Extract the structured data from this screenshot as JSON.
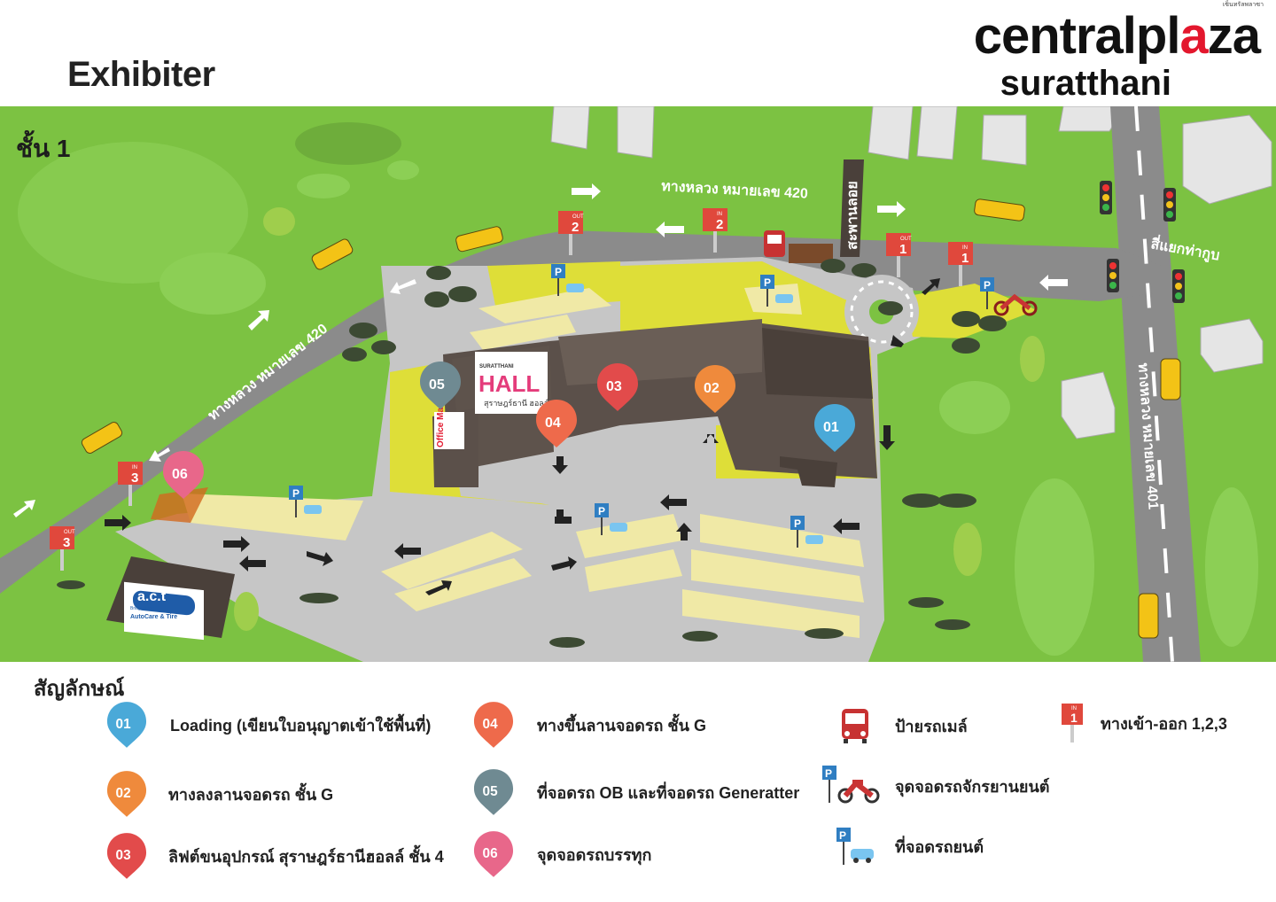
{
  "header": {
    "title": "Exhibiter",
    "brand_main_prefix": "centralpl",
    "brand_main_accent": "a",
    "brand_main_suffix": "za",
    "brand_sub": "suratthani",
    "corner_small_text": "เซ็นทรัลพลาซา"
  },
  "map": {
    "floor_label": "ชั้น 1",
    "road_top_label": "ทางหลวง หมายเลข 420",
    "road_left_label": "ทางหลวง หมายเลข 420",
    "road_right_label": "ทางหลวง หมายเลข 401",
    "bridge_label": "สะพานลอย",
    "intersection_label": "สี่แยกท่ากูบ",
    "hall_brand_top": "SURATTHANI",
    "hall_brand_main": "HALL",
    "hall_brand_sub": "สุราษฎร์ธานี ฮอลล์",
    "officemate_label": "Office Mate",
    "act_label": "a.c.t",
    "act_sub": "AutoCare & Tire",
    "act_tiny": "Bridgestone",
    "pins": [
      {
        "id": "01",
        "color": "#4aa9d8"
      },
      {
        "id": "02",
        "color": "#ef8a3c"
      },
      {
        "id": "03",
        "color": "#e24b4b"
      },
      {
        "id": "04",
        "color": "#ee6a4b"
      },
      {
        "id": "05",
        "color": "#6f8a92"
      },
      {
        "id": "06",
        "color": "#e8678a"
      }
    ],
    "gates": [
      {
        "dir": "OUT",
        "num": "2"
      },
      {
        "dir": "IN",
        "num": "2"
      },
      {
        "dir": "OUT",
        "num": "1"
      },
      {
        "dir": "IN",
        "num": "1"
      },
      {
        "dir": "IN",
        "num": "3"
      },
      {
        "dir": "OUT",
        "num": "3"
      }
    ],
    "parking_letter": "P"
  },
  "legend": {
    "title": "สัญลักษณ์",
    "items": [
      {
        "pin": "01",
        "color": "#4aa9d8",
        "text": "Loading (เขียนใบอนุญาตเข้าใช้พื้นที่)"
      },
      {
        "pin": "02",
        "color": "#ef8a3c",
        "text": "ทางลงลานจอดรถ ชั้น G"
      },
      {
        "pin": "03",
        "color": "#e24b4b",
        "text": "ลิฟต์ขนอุปกรณ์ สุราษฎร์ธานีฮอลล์ ชั้น 4"
      },
      {
        "pin": "04",
        "color": "#ee6a4b",
        "text": "ทางขึ้นลานจอดรถ ชั้น G"
      },
      {
        "pin": "05",
        "color": "#6f8a92",
        "text": "ที่จอดรถ OB และที่จอดรถ Generatter"
      },
      {
        "pin": "06",
        "color": "#e8678a",
        "text": "จุดจอดรถบรรทุก"
      }
    ],
    "bus_stop": "ป้ายรถเมล์",
    "motorcycle_parking": "จุดจอดรถจักรยานยนต์",
    "car_parking": "ที่จอดรถยนต์",
    "gates_text": "ทางเข้า-ออก 1,2,3",
    "gate_icon_dir": "IN",
    "gate_icon_num": "1"
  },
  "colors": {
    "grass": "#7cc242",
    "road": "#8b8b8b",
    "lot": "#c6c6c6",
    "yellow_area": "#dede38",
    "parking_stripe": "#f0e9a6",
    "building": "#5b504a",
    "gate_red": "#e0483c"
  }
}
